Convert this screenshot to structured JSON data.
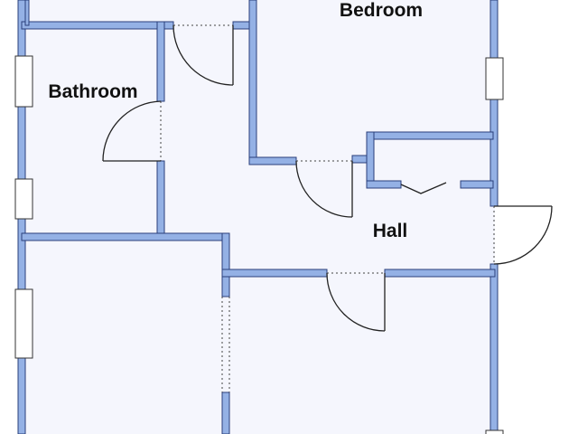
{
  "rooms": {
    "bedroom": "Bedroom",
    "bathroom": "Bathroom",
    "hall": "Hall"
  },
  "colors": {
    "floor": "#f5f6fd",
    "wall_fill": "#94b1e5",
    "wall_stroke": "#2a3f7a",
    "door_line": "#222222",
    "window_fill": "#ffffff"
  }
}
